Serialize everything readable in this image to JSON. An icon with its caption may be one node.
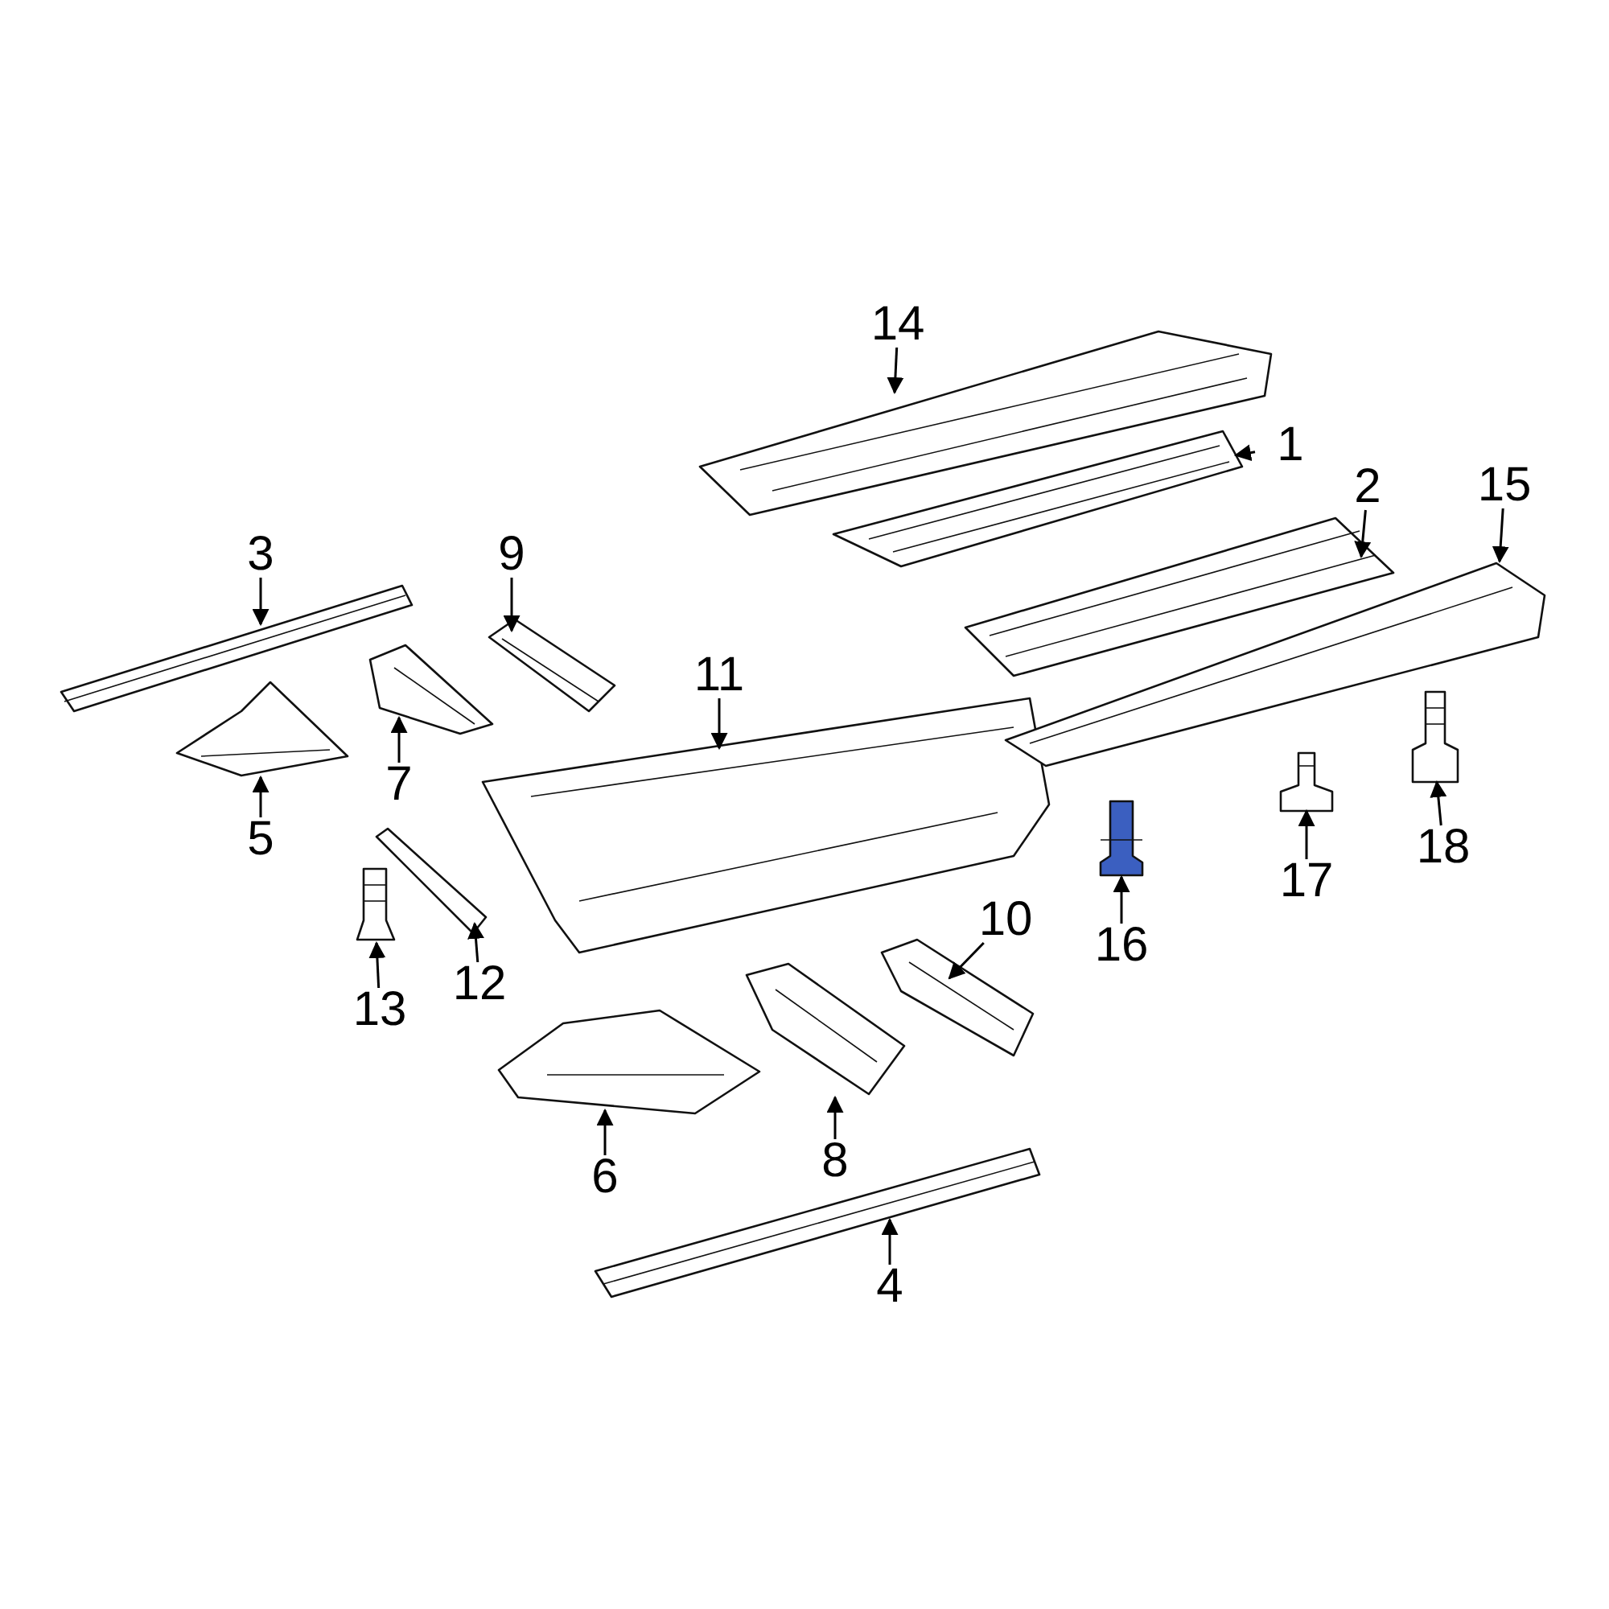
{
  "diagram": {
    "nodes": [
      {
        "text": [
          "1"
        ]
      },
      {
        "text": [
          "2"
        ]
      },
      {
        "text": [
          "3"
        ]
      },
      {
        "text": [
          "4"
        ]
      },
      {
        "text": [
          "5"
        ]
      },
      {
        "text": [
          "6"
        ]
      },
      {
        "text": [
          "7"
        ]
      },
      {
        "text": [
          "8"
        ]
      },
      {
        "text": [
          "9"
        ]
      },
      {
        "text": [
          "10"
        ]
      },
      {
        "text": [
          "11"
        ]
      },
      {
        "text": [
          "12"
        ]
      },
      {
        "text": [
          "13"
        ]
      },
      {
        "text": [
          "14"
        ]
      },
      {
        "text": [
          "15"
        ]
      },
      {
        "text": [
          "16"
        ]
      },
      {
        "text": [
          "17"
        ]
      },
      {
        "text": [
          "18"
        ]
      },
      {
        "text": [],
        "shape": "picture"
      },
      {
        "text": [],
        "shape": "picture"
      },
      {
        "text": [],
        "shape": "picture"
      },
      {
        "text": [],
        "shape": "picture"
      },
      {
        "text": [],
        "shape": "picture"
      },
      {
        "text": [],
        "shape": "picture"
      },
      {
        "text": [],
        "shape": "picture"
      },
      {
        "text": [],
        "shape": "picture"
      },
      {
        "text": [],
        "shape": "picture"
      },
      {
        "text": [],
        "shape": "picture"
      },
      {
        "text": [],
        "shape": "picture"
      },
      {
        "text": [],
        "shape": "picture"
      },
      {
        "text": [],
        "shape": "picture"
      },
      {
        "text": [],
        "shape": "picture"
      },
      {
        "text": [],
        "shape": "picture"
      },
      {
        "text": [],
        "shape": "picture"
      },
      {
        "text": [],
        "shape": "picture"
      },
      {
        "text": [],
        "shape": "picture"
      }
    ],
    "edges": [
      {
        "from": 0,
        "to": 18,
        "arrow": "to"
      },
      {
        "from": 1,
        "to": 19,
        "arrow": "to"
      },
      {
        "from": 2,
        "to": 20,
        "arrow": "to"
      },
      {
        "from": 3,
        "to": 21,
        "arrow": "to"
      },
      {
        "from": 4,
        "to": 22,
        "arrow": "to"
      },
      {
        "from": 5,
        "to": 23,
        "arrow": "to"
      },
      {
        "from": 6,
        "to": 24,
        "arrow": "to"
      },
      {
        "from": 7,
        "to": 25,
        "arrow": "to"
      },
      {
        "from": 8,
        "to": 26,
        "arrow": "to"
      },
      {
        "from": 9,
        "to": 27,
        "arrow": "to"
      },
      {
        "from": 10,
        "to": 28,
        "arrow": "to"
      },
      {
        "from": 11,
        "to": 29,
        "arrow": "to"
      },
      {
        "from": 12,
        "to": 30,
        "arrow": "to"
      },
      {
        "from": 13,
        "to": 31,
        "arrow": "to"
      },
      {
        "from": 14,
        "to": 32,
        "arrow": "to"
      },
      {
        "from": 15,
        "to": 33,
        "arrow": "to"
      },
      {
        "from": 16,
        "to": 34,
        "arrow": "to"
      },
      {
        "from": 17,
        "to": 35,
        "arrow": "to"
      }
    ]
  }
}
